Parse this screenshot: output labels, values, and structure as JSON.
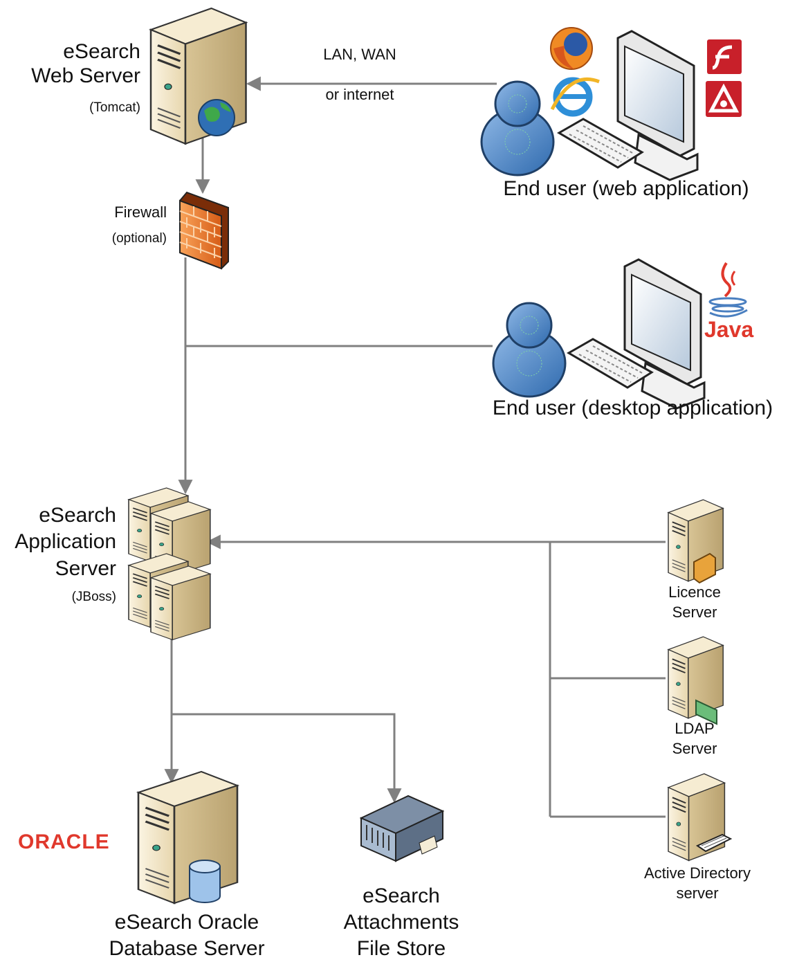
{
  "nodes": {
    "web_server": {
      "title_1": "eSearch",
      "title_2": "Web Server",
      "sub": "(Tomcat)"
    },
    "link": {
      "line_1": "LAN, WAN",
      "line_2": "or internet"
    },
    "web_user": {
      "label": "End user (web application)"
    },
    "firewall": {
      "title": "Firewall",
      "sub": "(optional)"
    },
    "desktop_user": {
      "label": "End user (desktop application)"
    },
    "app_server": {
      "title_1": "eSearch",
      "title_2": "Application",
      "title_3": "Server",
      "sub": "(JBoss)"
    },
    "licence": {
      "line_1": "Licence",
      "line_2": "Server"
    },
    "ldap": {
      "line_1": "LDAP",
      "line_2": "Server"
    },
    "ad": {
      "line_1": "Active Directory",
      "line_2": "server"
    },
    "db": {
      "line_1": "eSearch Oracle",
      "line_2": "Database Server",
      "logo": "ORACLE"
    },
    "files": {
      "line_1": "eSearch",
      "line_2": "Attachments",
      "line_3": "File Store"
    },
    "java_logo": "Java"
  },
  "colors": {
    "connector": "#808080",
    "server_body": "#f0e4c6",
    "server_side": "#cdb88c",
    "user_blue": "#4f86c6",
    "firewall": "#f0843a",
    "oracle_red": "#e0382c",
    "adobe_red": "#c8202a"
  }
}
